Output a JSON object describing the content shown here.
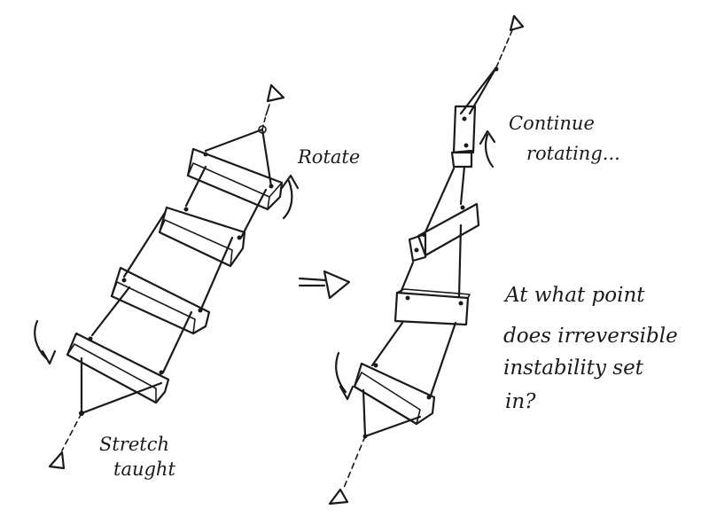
{
  "annotations": {
    "rotate": "Rotate",
    "stretch_line1": "Stretch",
    "stretch_line2": "taught",
    "continue_line1": "Continue",
    "continue_line2": "rotating...",
    "question_line1": "At what point",
    "question_line2": "does irreversible",
    "question_line3": "instability set",
    "question_line4": "in?"
  },
  "colors": {
    "ink": "#1a1a1a",
    "paper": "#ffffff"
  }
}
